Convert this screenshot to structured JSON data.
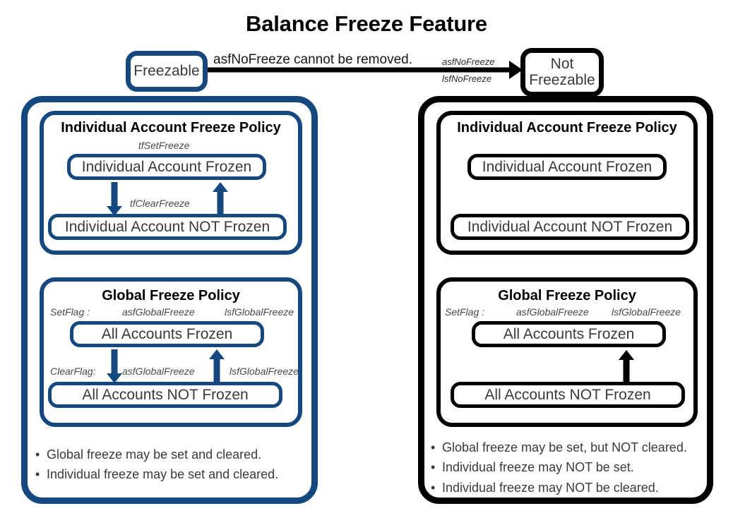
{
  "title": "Balance Freeze Feature",
  "colors": {
    "freezable_accent": "#15487e",
    "not_freezable_accent": "#000000",
    "text": "#3a3a3a",
    "background": "#ffffff"
  },
  "top": {
    "freezable_node": "Freezable",
    "not_freezable_node": "Not\nFreezable",
    "not_freezable_line1": "Not",
    "not_freezable_line2": "Freezable",
    "transition_note": "asfNoFreeze cannot be removed.",
    "transition_flag_above": "asfNoFreeze",
    "transition_flag_below": "lsfNoFreeze"
  },
  "left_panel": {
    "name": "Freezable",
    "individual_policy": {
      "title": "Individual Account Freeze Policy",
      "set_label": "tfSetFreeze",
      "clear_label": "tfClearFreeze",
      "state_frozen": "Individual Account Frozen",
      "state_not_frozen": "Individual Account NOT Frozen",
      "arrow_down": true,
      "arrow_up": true
    },
    "global_policy": {
      "title": "Global Freeze Policy",
      "setflag_prefix": "SetFlag :",
      "setflag_asf": "asfGlobalFreeze",
      "setflag_lsf": "lsfGlobalFreeze",
      "clearflag_prefix": "ClearFlag:",
      "clearflag_asf": "asfGlobalFreeze",
      "clearflag_lsf": "lsfGlobalFreeze",
      "state_frozen": "All Accounts Frozen",
      "state_not_frozen": "All Accounts NOT Frozen",
      "arrow_down": true,
      "arrow_up": true
    },
    "bullets": [
      "Global freeze may be set and cleared.",
      "Individual freeze may be set and cleared."
    ]
  },
  "right_panel": {
    "name": "Not Freezable",
    "individual_policy": {
      "title": "Individual Account Freeze Policy",
      "state_frozen": "Individual Account Frozen",
      "state_not_frozen": "Individual Account NOT Frozen",
      "arrow_down": false,
      "arrow_up": false
    },
    "global_policy": {
      "title": "Global Freeze Policy",
      "setflag_prefix": "SetFlag :",
      "setflag_asf": "asfGlobalFreeze",
      "setflag_lsf": "lsfGlobalFreeze",
      "state_frozen": "All Accounts Frozen",
      "state_not_frozen": "All Accounts NOT Frozen",
      "arrow_down": false,
      "arrow_up": true
    },
    "bullets": [
      "Global freeze may be set, but NOT cleared.",
      "Individual freeze may NOT be set.",
      "Individual freeze may NOT be cleared."
    ]
  },
  "bullet_glyph": "•"
}
